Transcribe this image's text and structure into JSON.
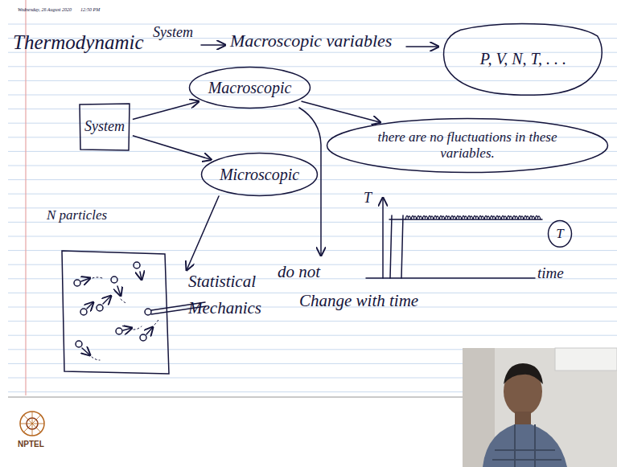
{
  "diagram": {
    "nodes": [
      {
        "text": [
          "P, V, N, T, . . ."
        ]
      },
      {
        "text": [
          "System"
        ]
      },
      {
        "text": [
          "Macroscopic"
        ]
      },
      {
        "text": [
          "Microscopic"
        ]
      },
      {
        "text": [
          "there are no fluctuations in these variables."
        ]
      },
      {
        "text": [
          "T"
        ]
      }
    ],
    "edges": [
      {
        "from": 1,
        "to": 2,
        "arrow": "to"
      },
      {
        "from": 1,
        "to": 3,
        "arrow": "to"
      },
      {
        "from": 2,
        "to": 4,
        "arrow": "to"
      }
    ],
    "labels": [
      "Wednesday, 26 August 2020",
      "12:50 PM",
      "Thermodynamic",
      "System",
      "Macroscopic variables",
      "N particles",
      "Statistical Mechanics",
      "do not",
      "Change with time",
      "T",
      "time",
      "NPTEL"
    ]
  }
}
